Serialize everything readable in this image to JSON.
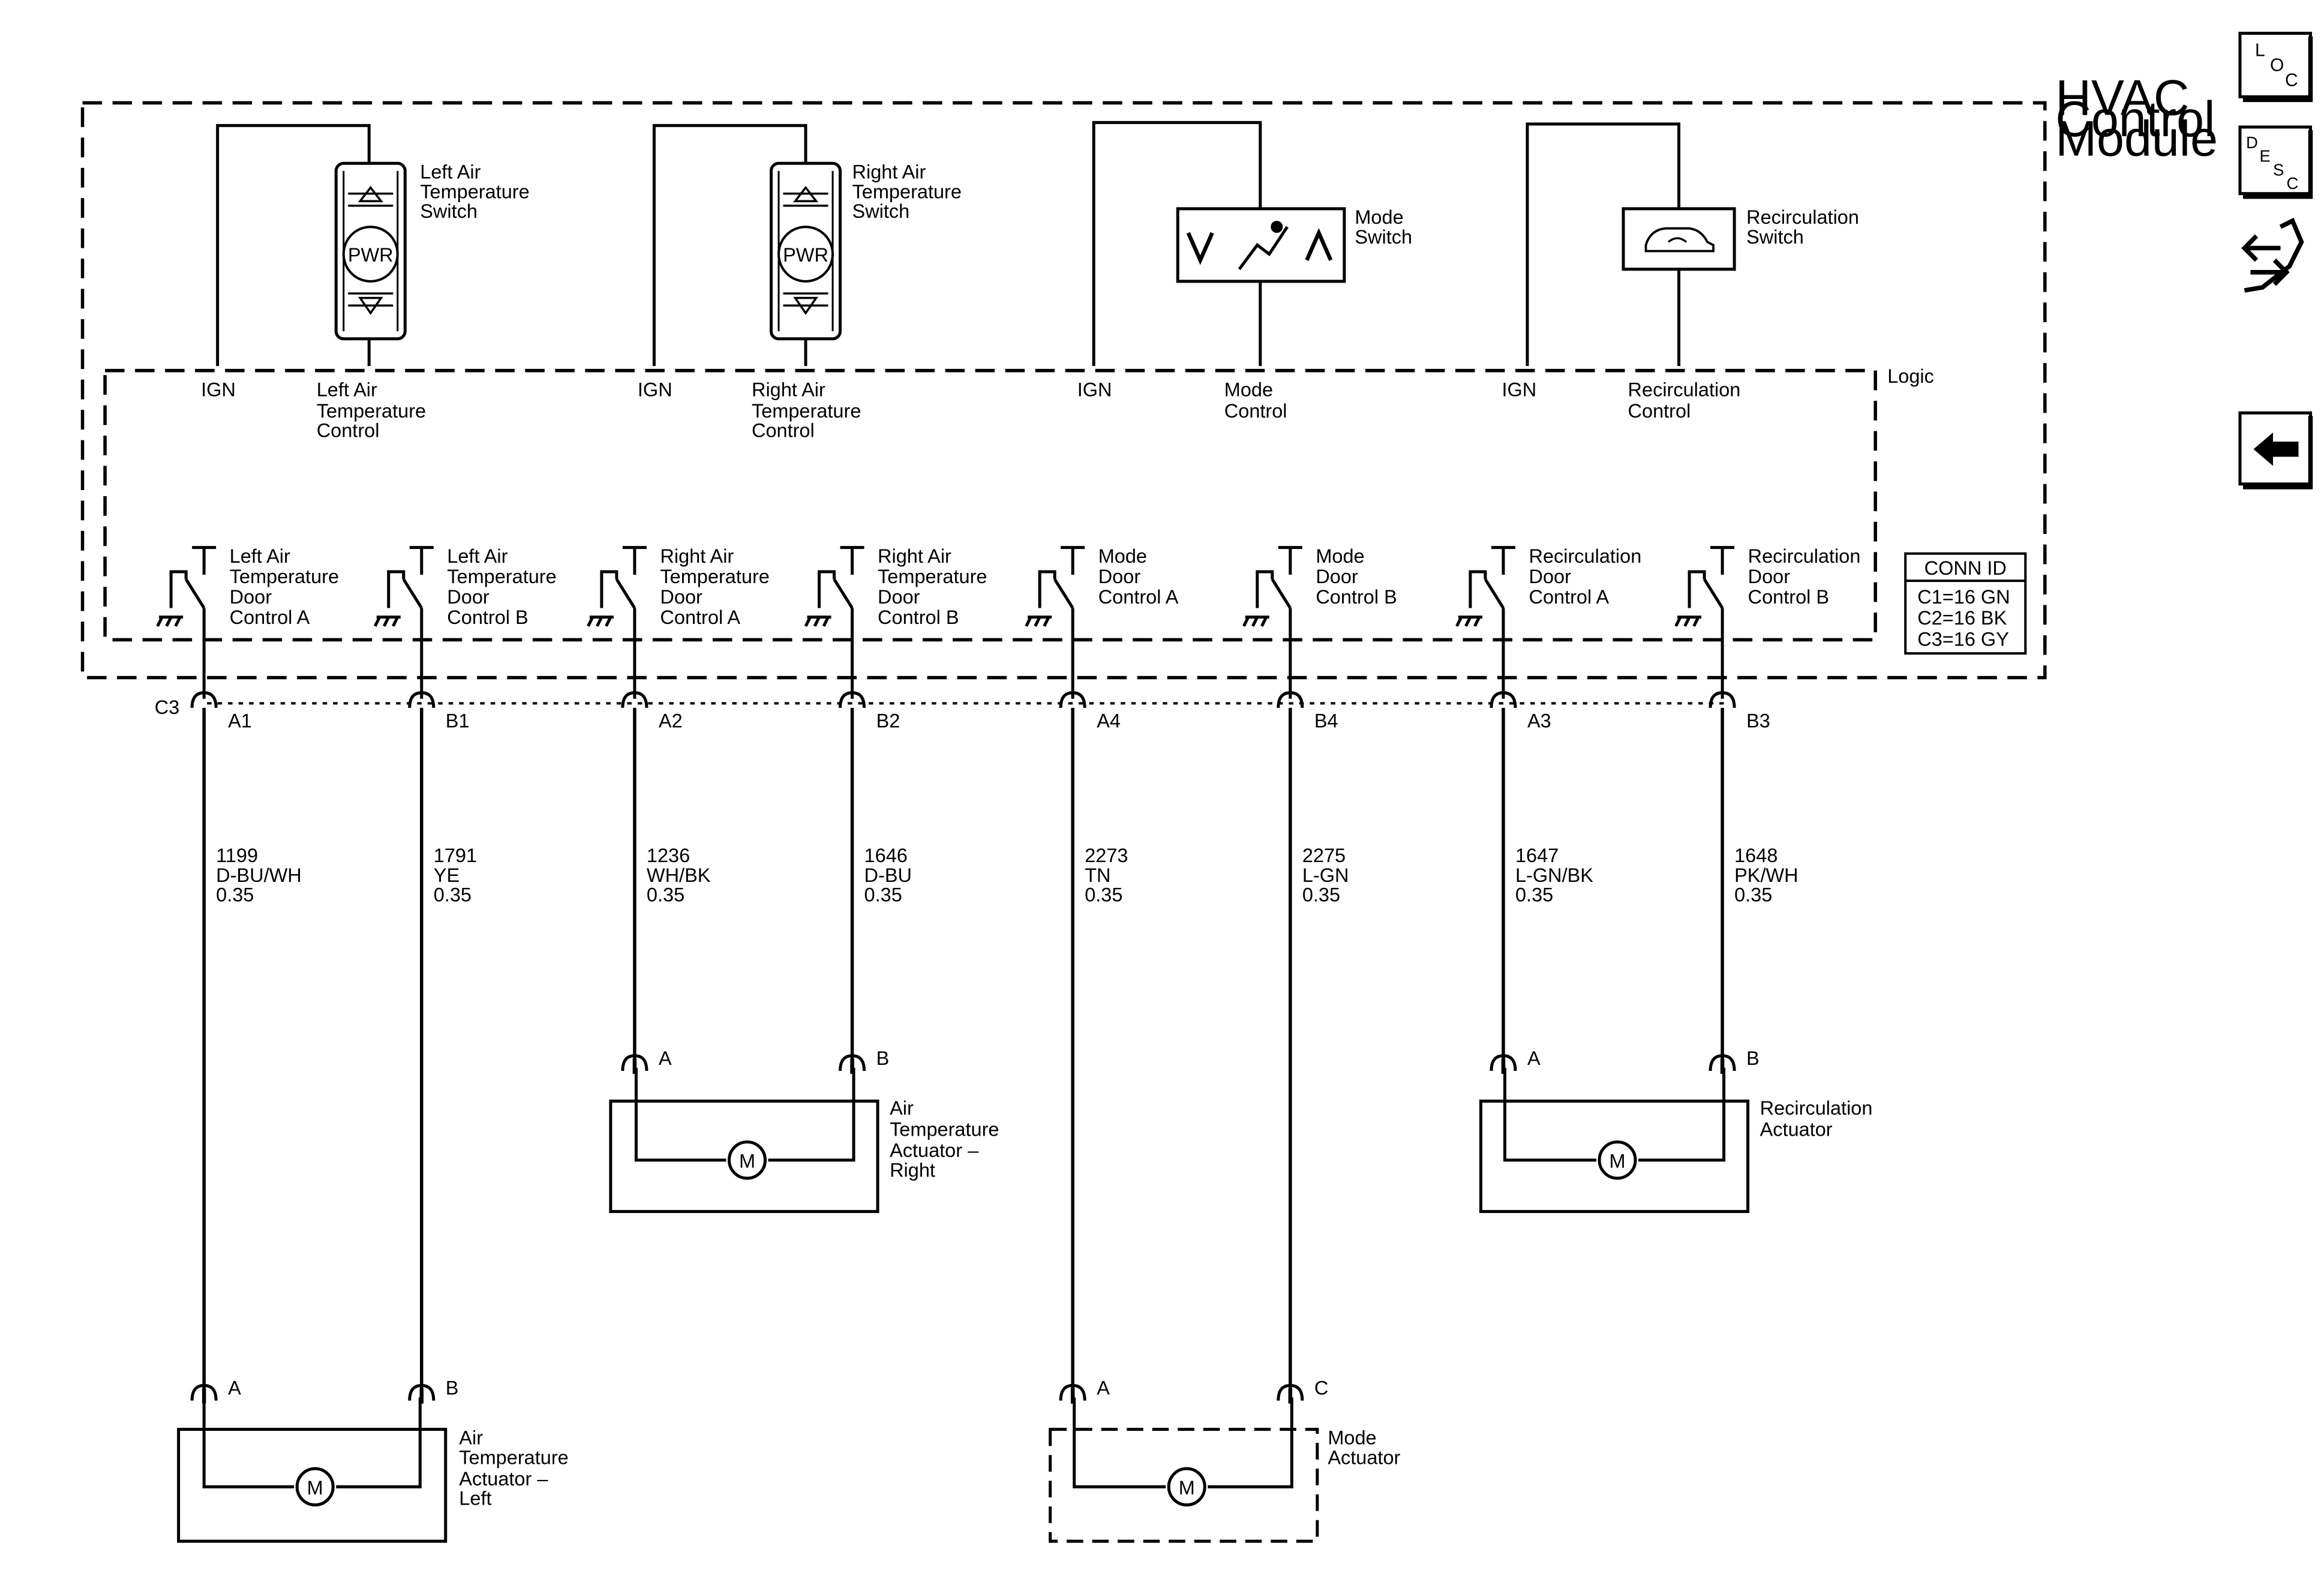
{
  "module": {
    "name_lines": [
      "HVAC",
      "Control",
      "Module"
    ],
    "logic_label": "Logic"
  },
  "switches": [
    {
      "id": "left-air-temp",
      "name_lines": [
        "Left Air",
        "Temperature",
        "Switch"
      ],
      "button_text": "PWR",
      "ign_label": "IGN",
      "control_lines": [
        "Left Air",
        "Temperature",
        "Control"
      ]
    },
    {
      "id": "right-air-temp",
      "name_lines": [
        "Right Air",
        "Temperature",
        "Switch"
      ],
      "button_text": "PWR",
      "ign_label": "IGN",
      "control_lines": [
        "Right Air",
        "Temperature",
        "Control"
      ]
    },
    {
      "id": "mode",
      "name_lines": [
        "Mode",
        "Switch"
      ],
      "ign_label": "IGN",
      "control_lines": [
        "Mode",
        "Control"
      ]
    },
    {
      "id": "recirculation",
      "name_lines": [
        "Recirculation",
        "Switch"
      ],
      "ign_label": "IGN",
      "control_lines": [
        "Recirculation",
        "Control"
      ]
    }
  ],
  "door_controls": [
    {
      "label_lines": [
        "Left Air",
        "Temperature",
        "Door",
        "Control A"
      ],
      "pin": "A1",
      "circuit": "1199",
      "color": "D-BU/WH",
      "gauge": "0.35",
      "load_pin": "A"
    },
    {
      "label_lines": [
        "Left Air",
        "Temperature",
        "Door",
        "Control B"
      ],
      "pin": "B1",
      "circuit": "1791",
      "color": "YE",
      "gauge": "0.35",
      "load_pin": "B"
    },
    {
      "label_lines": [
        "Right Air",
        "Temperature",
        "Door",
        "Control A"
      ],
      "pin": "A2",
      "circuit": "1236",
      "color": "WH/BK",
      "gauge": "0.35",
      "load_pin": "A"
    },
    {
      "label_lines": [
        "Right Air",
        "Temperature",
        "Door",
        "Control B"
      ],
      "pin": "B2",
      "circuit": "1646",
      "color": "D-BU",
      "gauge": "0.35",
      "load_pin": "B"
    },
    {
      "label_lines": [
        "Mode",
        "Door",
        "Control A"
      ],
      "pin": "A4",
      "circuit": "2273",
      "color": "TN",
      "gauge": "0.35",
      "load_pin": "A"
    },
    {
      "label_lines": [
        "Mode",
        "Door",
        "Control B"
      ],
      "pin": "B4",
      "circuit": "2275",
      "color": "L-GN",
      "gauge": "0.35",
      "load_pin": "C"
    },
    {
      "label_lines": [
        "Recirculation",
        "Door",
        "Control A"
      ],
      "pin": "A3",
      "circuit": "1647",
      "color": "L-GN/BK",
      "gauge": "0.35",
      "load_pin": "A"
    },
    {
      "label_lines": [
        "Recirculation",
        "Door",
        "Control B"
      ],
      "pin": "B3",
      "circuit": "1648",
      "color": "PK/WH",
      "gauge": "0.35",
      "load_pin": "B"
    }
  ],
  "connector": {
    "label": "C3"
  },
  "conn_id": {
    "title": "CONN ID",
    "rows": [
      "C1=16 GN",
      "C2=16 BK",
      "C3=16 GY"
    ]
  },
  "actuators": [
    {
      "id": "left",
      "name_lines": [
        "Air",
        "Temperature",
        "Actuator –",
        "Left"
      ],
      "motor": "M"
    },
    {
      "id": "right",
      "name_lines": [
        "Air",
        "Temperature",
        "Actuator –",
        "Right"
      ],
      "motor": "M"
    },
    {
      "id": "mode",
      "name_lines": [
        "Mode",
        "Actuator"
      ],
      "motor": "M"
    },
    {
      "id": "recirculation",
      "name_lines": [
        "Recirculation",
        "Actuator"
      ],
      "motor": "M"
    }
  ],
  "sidebar": {
    "loc": [
      "L",
      "O",
      "C"
    ],
    "desc": [
      "D",
      "E",
      "S",
      "C"
    ],
    "icons": [
      "connector-view-icon",
      "back-arrow-icon"
    ]
  }
}
